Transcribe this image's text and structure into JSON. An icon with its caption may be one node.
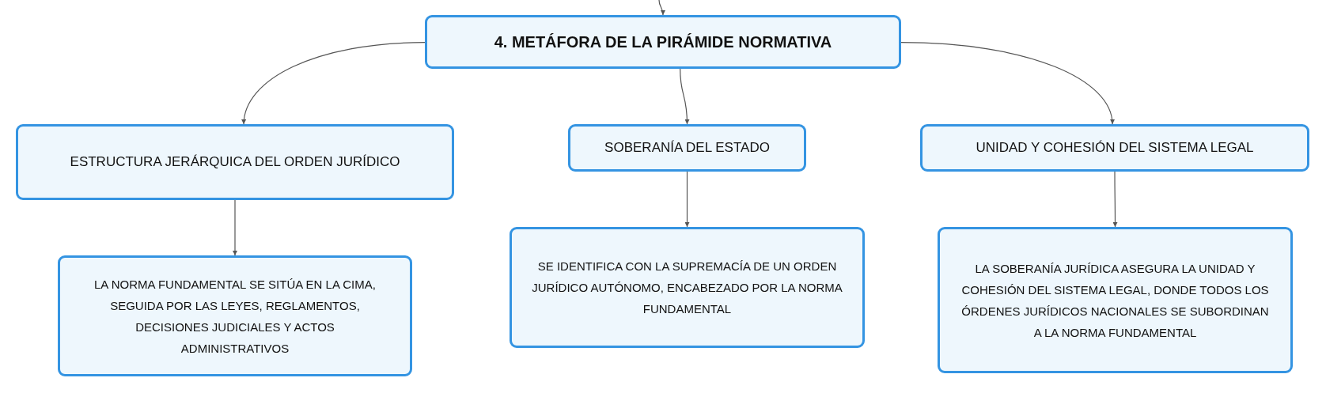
{
  "diagram": {
    "nodes": [
      {
        "text": [
          "4. METÁFORA DE LA PIRÁMIDE NORMATIVA"
        ]
      },
      {
        "text": [
          "ESTRUCTURA JERÁRQUICA DEL ORDEN JURÍDICO"
        ]
      },
      {
        "text": [
          "SOBERANÍA DEL ESTADO"
        ]
      },
      {
        "text": [
          "UNIDAD Y COHESIÓN DEL SISTEMA LEGAL"
        ]
      },
      {
        "text": [
          "LA NORMA FUNDAMENTAL SE SITÚA EN LA CIMA, SEGUIDA POR LAS LEYES, REGLAMENTOS, DECISIONES JUDICIALES Y ACTOS ADMINISTRATIVOS"
        ]
      },
      {
        "text": [
          "SE IDENTIFICA CON LA SUPREMACÍA DE UN ORDEN JURÍDICO AUTÓNOMO, ENCABEZADO POR LA NORMA FUNDAMENTAL"
        ]
      },
      {
        "text": [
          "LA SOBERANÍA JURÍDICA ASEGURA LA UNIDAD Y COHESIÓN DEL SISTEMA LEGAL, DONDE TODOS LOS ÓRDENES JURÍDICOS NACIONALES SE SUBORDINAN A LA NORMA FUNDAMENTAL"
        ]
      }
    ],
    "edges": [
      {
        "from": null,
        "to": 0,
        "arrow": "to"
      },
      {
        "from": 0,
        "to": 1,
        "arrow": "to"
      },
      {
        "from": 0,
        "to": 2,
        "arrow": "to"
      },
      {
        "from": 0,
        "to": 3,
        "arrow": "to"
      },
      {
        "from": 1,
        "to": 4,
        "arrow": "to"
      },
      {
        "from": 2,
        "to": 5,
        "arrow": "to"
      },
      {
        "from": 3,
        "to": 6,
        "arrow": "to"
      }
    ]
  }
}
